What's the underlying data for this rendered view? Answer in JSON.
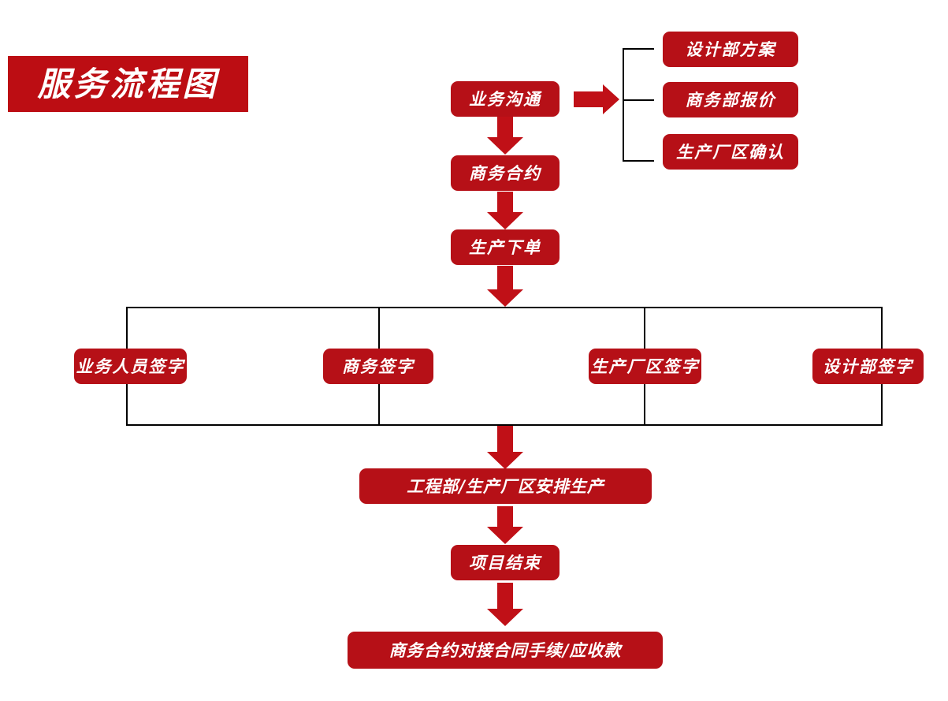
{
  "title": {
    "text": "服务流程图"
  },
  "colors": {
    "banner_red": "#bc0d13",
    "node_red": "#b61017",
    "arrow_red": "#c01017",
    "line_black": "#000000",
    "text_white": "#ffffff",
    "background": "#ffffff"
  },
  "nodes": {
    "business_communication": "业务沟通",
    "design_dept_plan": "设计部方案",
    "business_dept_quote": "商务部报价",
    "factory_confirm": "生产厂区确认",
    "business_contract": "商务合约",
    "production_order": "生产下单",
    "sales_signature": "业务人员签字",
    "business_signature": "商务签字",
    "factory_signature": "生产厂区签字",
    "design_signature": "设计部签字",
    "engineering_production": "工程部/生产厂区安排生产",
    "project_end": "项目结束",
    "contract_handover": "商务合约对接合同手续/应收款"
  },
  "connectors": {
    "arrow_comm_to_branch": "right-arrow",
    "arrow_comm_to_contract": "down-arrow",
    "arrow_contract_to_order": "down-arrow",
    "arrow_order_to_signoff": "down-arrow",
    "arrow_signoff_to_engineering": "down-arrow",
    "arrow_engineering_to_end": "down-arrow",
    "arrow_end_to_handover": "down-arrow",
    "bracket_three_way": "branch-bracket",
    "rail_four_way": "signature-rails"
  }
}
